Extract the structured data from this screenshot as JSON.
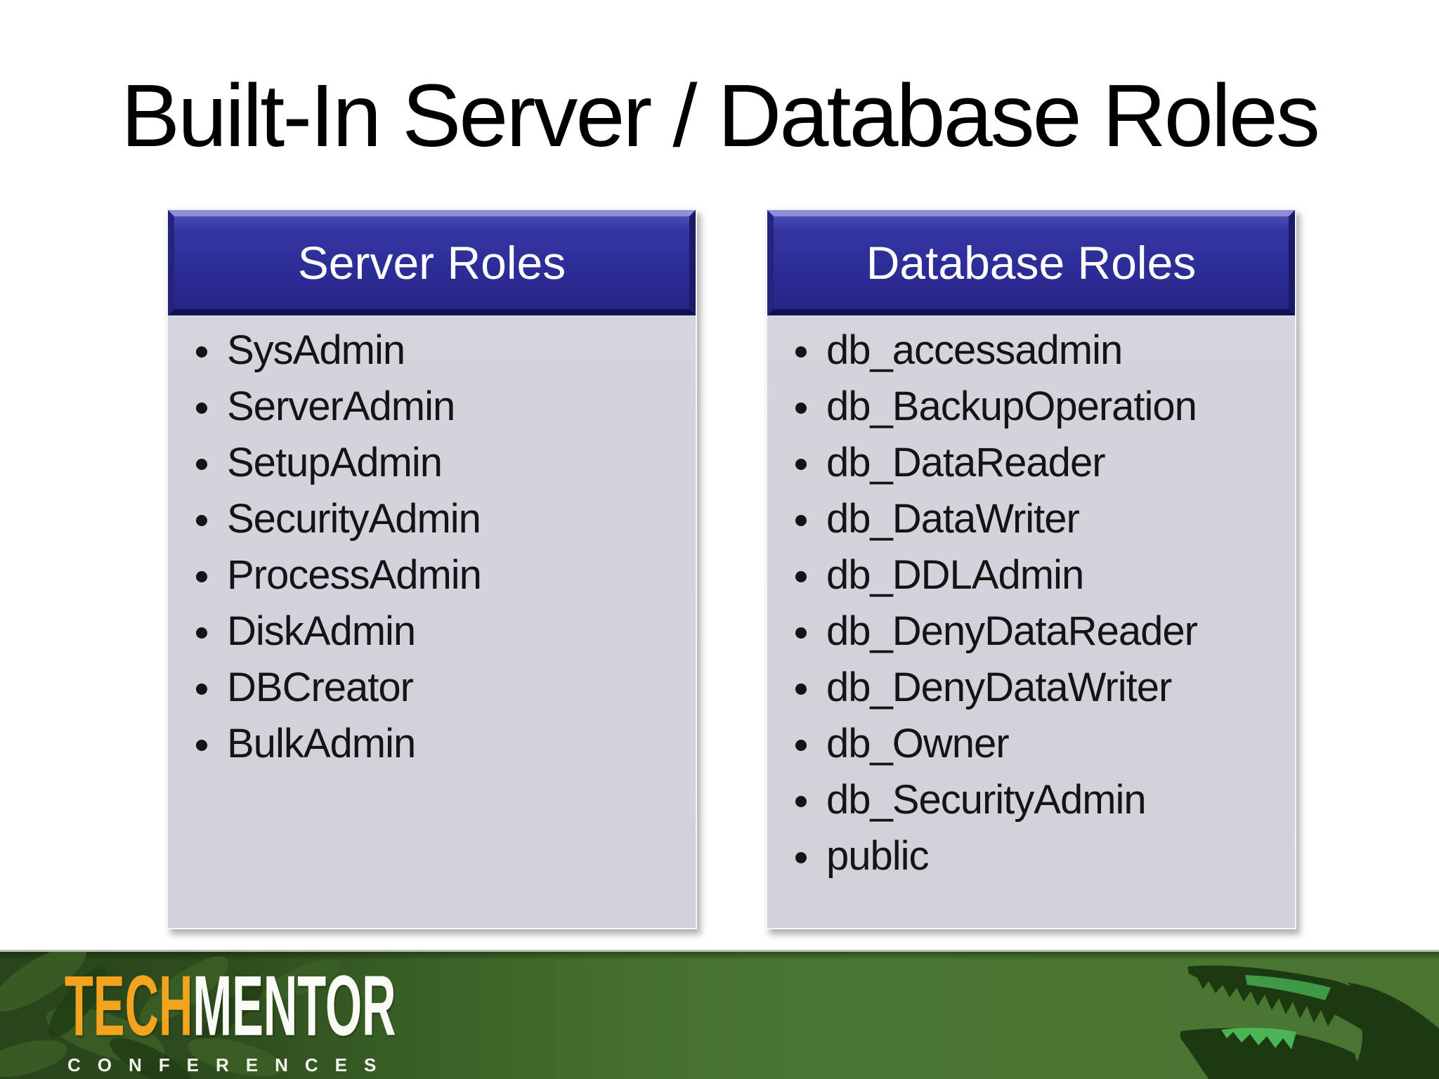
{
  "slide": {
    "title": "Built-In Server / Database Roles"
  },
  "panels": {
    "server": {
      "header": "Server Roles",
      "items": [
        "SysAdmin",
        "ServerAdmin",
        "SetupAdmin",
        "SecurityAdmin",
        "ProcessAdmin",
        "DiskAdmin",
        "DBCreator",
        "BulkAdmin"
      ]
    },
    "database": {
      "header": "Database Roles",
      "items": [
        "db_accessadmin",
        "db_BackupOperation",
        "db_DataReader",
        "db_DataWriter",
        "db_DDLAdmin",
        "db_DenyDataReader",
        "db_DenyDataWriter",
        "db_Owner",
        "db_SecurityAdmin",
        "public"
      ]
    }
  },
  "footer": {
    "brand_primary": "TECH",
    "brand_secondary": "MENTOR",
    "brand_subtitle": "CONFERENCES"
  },
  "icons": {
    "alligator": "alligator-silhouette",
    "leaves": "leaf-silhouettes",
    "bullet": "bullet-dot"
  },
  "colors": {
    "header_blue": "#2D2D98",
    "header_bevel_light": "#8F8FD9",
    "panel_body_gray": "#D2D1DA",
    "banner_green": "#4A7733",
    "banner_dark_green": "#2B481C",
    "brand_orange": "#F2A41E",
    "brand_white": "#FBFBF6",
    "title_black": "#000000"
  }
}
